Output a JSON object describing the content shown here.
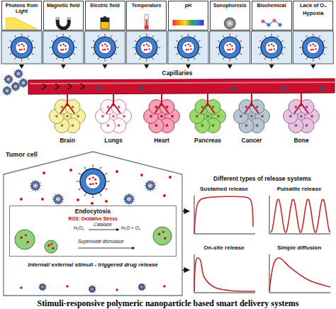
{
  "diagram": {
    "caption": "Stimuli-responsive polymeric nanoparticle based smart delivery systems",
    "nodes": [
      {
        "text": [
          "Photons from Light"
        ]
      },
      {
        "text": [
          "Magnetic field"
        ]
      },
      {
        "text": [
          "Electric field"
        ]
      },
      {
        "text": [
          "Temperature"
        ]
      },
      {
        "text": [
          "pH"
        ]
      },
      {
        "text": [
          "Sonophoresis"
        ]
      },
      {
        "text": [
          "Biochemical"
        ]
      },
      {
        "text": [
          "Lack of O₂",
          "Hypoxia"
        ]
      },
      {
        "text": [
          "Tumor cell",
          "Internal/ external stimuli - triggered drug release"
        ]
      },
      {
        "text": [
          "Endocytosis",
          "ROS: Oxidative Stress"
        ],
        "in": 8
      },
      {
        "text": [
          "Sustained release"
        ]
      },
      {
        "text": [
          "Pulsatile release"
        ]
      },
      {
        "text": [
          "On-site release"
        ]
      },
      {
        "text": [
          "Simple diffusion"
        ]
      }
    ],
    "edges": [
      {
        "from": 8,
        "to": 10,
        "arrow": "to"
      },
      {
        "from": 8,
        "to": 12,
        "arrow": "to"
      }
    ],
    "labels": [
      "Capillaries",
      "Brain",
      "Lungs",
      "Heart",
      "Pancreas",
      "Cancer",
      "Bone",
      "H₂O₂",
      "Catalase",
      "H₂O + O₂",
      "Superoxide dismutase",
      "Different types of release systems"
    ]
  }
}
